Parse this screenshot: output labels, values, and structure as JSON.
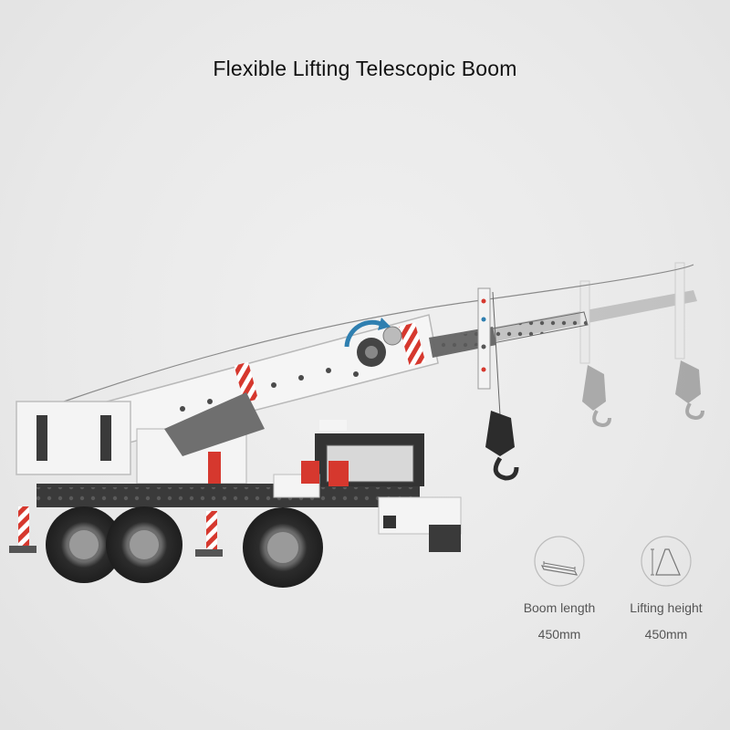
{
  "headline": "Flexible Lifting Telescopic Boom",
  "specs": [
    {
      "label": "Boom length",
      "value": "450mm",
      "icon": "boom-length-icon"
    },
    {
      "label": "Lifting height",
      "value": "450mm",
      "icon": "lifting-height-icon"
    }
  ],
  "colors": {
    "background": "#ebebeb",
    "crane_white": "#f4f4f4",
    "crane_dark": "#3a3a3a",
    "accent_red": "#d6382e",
    "accent_blue": "#2f7fb0"
  }
}
